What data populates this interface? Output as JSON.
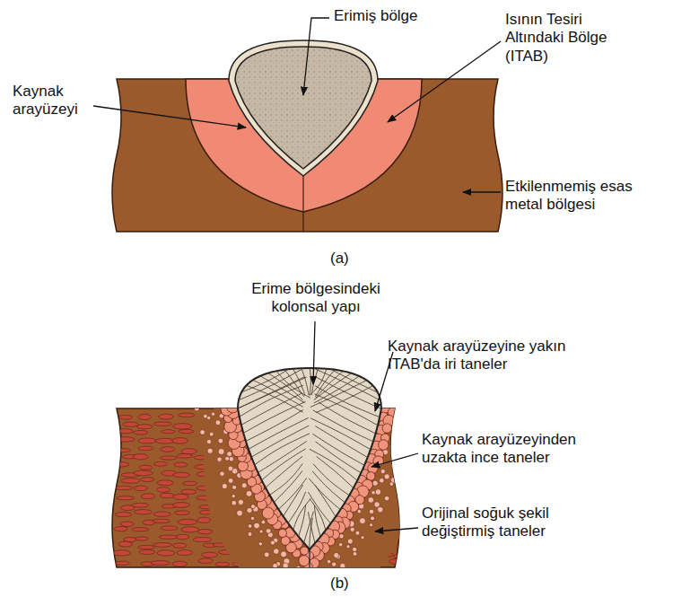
{
  "diagram": {
    "labels": [
      "Erimiş bölge",
      "Kaynak arayüzeyi",
      "Isının Tesiri Altındaki Bölge (ITAB)",
      "Etkilenmemiş esas metal bölgesi",
      "(a)",
      "Erime bölgesindeki kolonsal yapı",
      "Kaynak arayüzeyine yakın ITAB'da iri taneler",
      "Kaynak arayüzeyinden uzakta ince taneler",
      "Orijinal soğuk şekil değiştirmiş taneler",
      "(b)"
    ]
  }
}
